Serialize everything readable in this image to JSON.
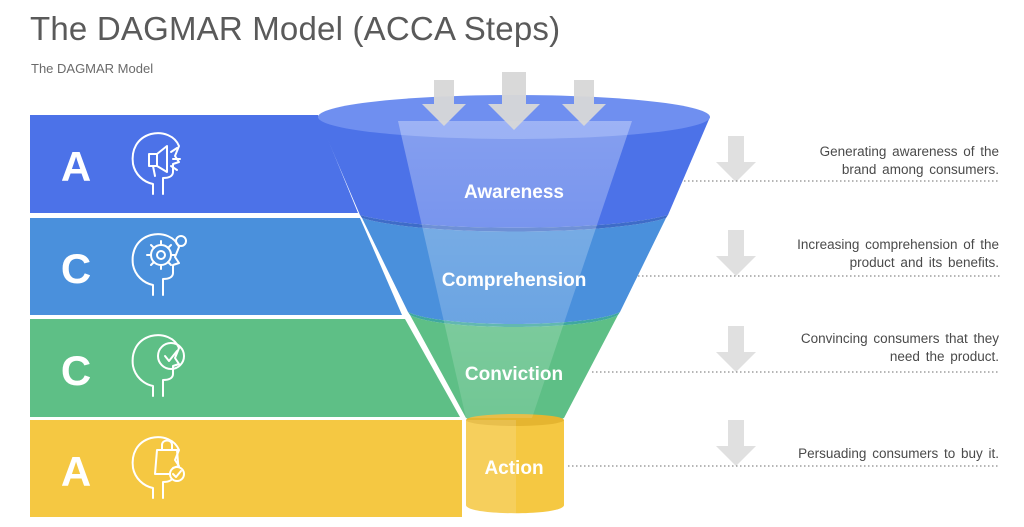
{
  "title": "The DAGMAR Model (ACCA Steps)",
  "subtitle": "The DAGMAR Model",
  "steps": [
    {
      "letter": "A",
      "stage": "Awareness",
      "description_line1": "Generating awareness of the",
      "description_line2": "brand among consumers.",
      "color": "#4C72E8",
      "icon": "megaphone-head-icon"
    },
    {
      "letter": "C",
      "stage": "Comprehension",
      "description_line1": "Increasing comprehension of the",
      "description_line2": "product and its benefits.",
      "color": "#4A90DC",
      "icon": "gear-head-icon"
    },
    {
      "letter": "C",
      "stage": "Conviction",
      "description_line1": "Convincing consumers that they",
      "description_line2": "need the product.",
      "color": "#5EBF86",
      "icon": "checkmark-head-icon"
    },
    {
      "letter": "A",
      "stage": "Action",
      "description_line1": "Persuading consumers to buy it.",
      "description_line2": "",
      "color": "#F5C842",
      "icon": "shopping-bag-head-icon"
    }
  ]
}
